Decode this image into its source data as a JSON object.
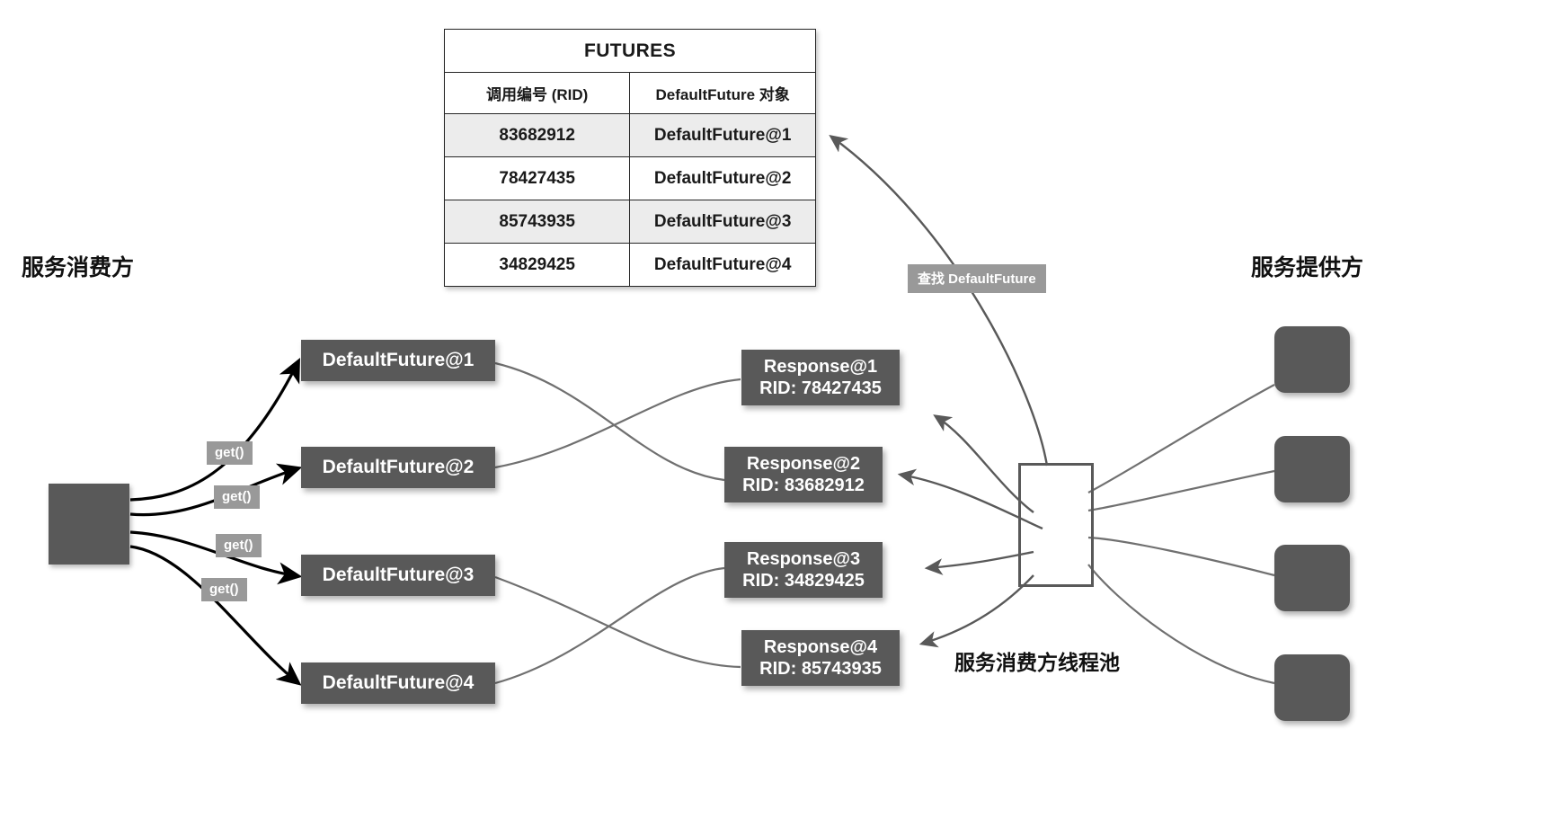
{
  "futures_table": {
    "title": "FUTURES",
    "headers": [
      "调用编号 (RID)",
      "DefaultFuture 对象"
    ],
    "rows": [
      {
        "rid": "83682912",
        "future": "DefaultFuture@1"
      },
      {
        "rid": "78427435",
        "future": "DefaultFuture@2"
      },
      {
        "rid": "85743935",
        "future": "DefaultFuture@3"
      },
      {
        "rid": "34829425",
        "future": "DefaultFuture@4"
      }
    ]
  },
  "titles": {
    "consumer": "服务消费方",
    "provider": "服务提供方",
    "threadpool": "服务消费方线程池"
  },
  "futures": [
    {
      "label": "DefaultFuture@1"
    },
    {
      "label": "DefaultFuture@2"
    },
    {
      "label": "DefaultFuture@3"
    },
    {
      "label": "DefaultFuture@4"
    }
  ],
  "responses": [
    {
      "name": "Response@1",
      "rid": "RID: 78427435"
    },
    {
      "name": "Response@2",
      "rid": "RID: 83682912"
    },
    {
      "name": "Response@3",
      "rid": "RID: 34829425"
    },
    {
      "name": "Response@4",
      "rid": "RID: 85743935"
    }
  ],
  "edge_labels": {
    "get_1": "get()",
    "get_2": "get()",
    "get_3": "get()",
    "get_4": "get()",
    "lookup": "查找 DefaultFuture"
  },
  "colors": {
    "node_fill": "#595959",
    "label_fill": "#999999",
    "table_alt_row": "#ececec",
    "stroke": "#595959",
    "arrow_dark": "#000000",
    "background": "#ffffff"
  }
}
